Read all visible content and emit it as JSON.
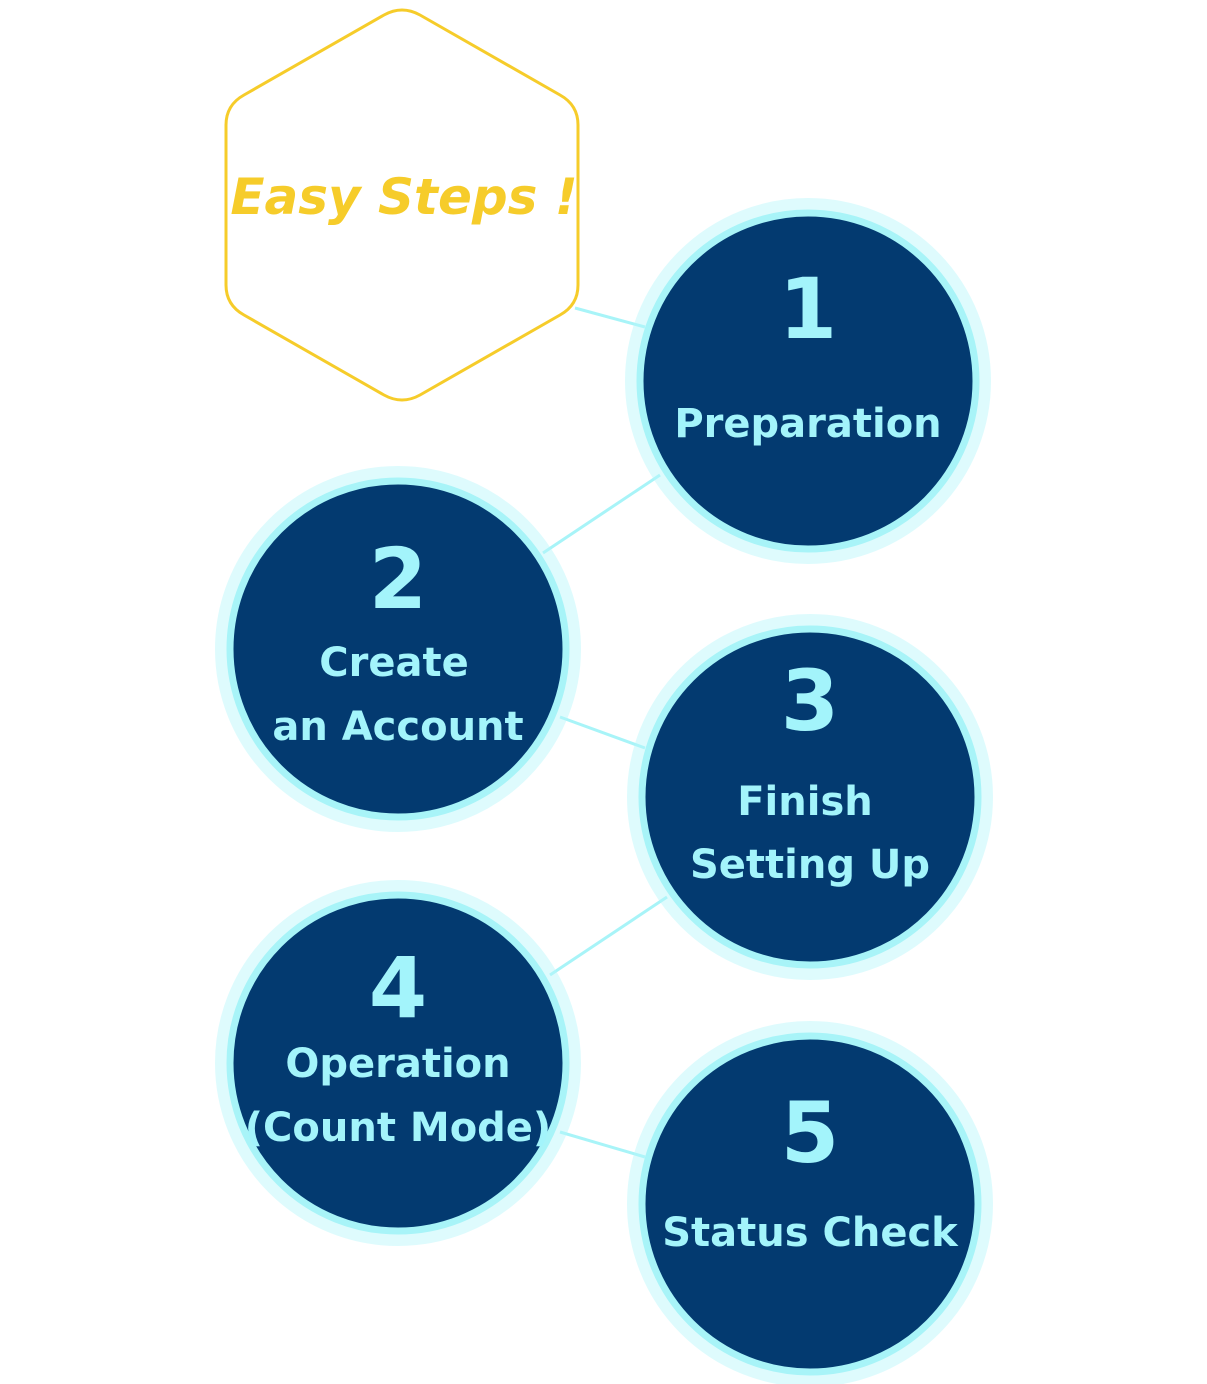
{
  "title": "Easy Steps !",
  "colors": {
    "title": "#f6cc2a",
    "circle_fill": "#033a70",
    "circle_ring": "#a8f4f8",
    "text": "#a3f4fb",
    "connector": "#a8f4f8"
  },
  "steps": [
    {
      "number": "1",
      "label": [
        "Preparation"
      ]
    },
    {
      "number": "2",
      "label": [
        "Create",
        "an Account"
      ]
    },
    {
      "number": "3",
      "label": [
        "Finish",
        "Setting Up"
      ]
    },
    {
      "number": "4",
      "label": [
        "Operation",
        "(Count Mode)"
      ]
    },
    {
      "number": "5",
      "label": [
        "Status Check"
      ]
    }
  ]
}
